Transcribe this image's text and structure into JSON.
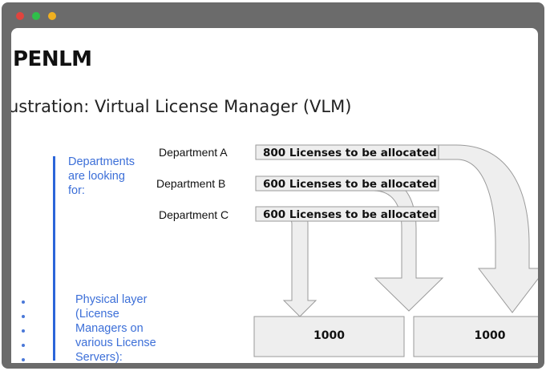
{
  "window": {
    "controls": [
      "close",
      "minimize",
      "maximize"
    ]
  },
  "slide": {
    "brand": "PENLM",
    "title": "ustration: Virtual License Manager (VLM)",
    "departments_label": "Departments\nare looking\nfor:",
    "physical_label": "Physical layer\n(License\nManagers on\nvarious License\nServers):",
    "bullet_count": 5
  },
  "departments": [
    {
      "name": "Department A",
      "licenses": "800 Licenses to be allocated"
    },
    {
      "name": "Department B",
      "licenses": "600 Licenses to be allocated"
    },
    {
      "name": "Department C",
      "licenses": "600 Licenses to be allocated"
    }
  ],
  "servers": [
    {
      "value": "1000"
    },
    {
      "value": "1000"
    }
  ],
  "colors": {
    "accent_blue": "#2b65d9",
    "arrow_fill": "#eeeeee",
    "arrow_stroke": "#9a9a9a",
    "chrome": "#6b6b6b"
  }
}
